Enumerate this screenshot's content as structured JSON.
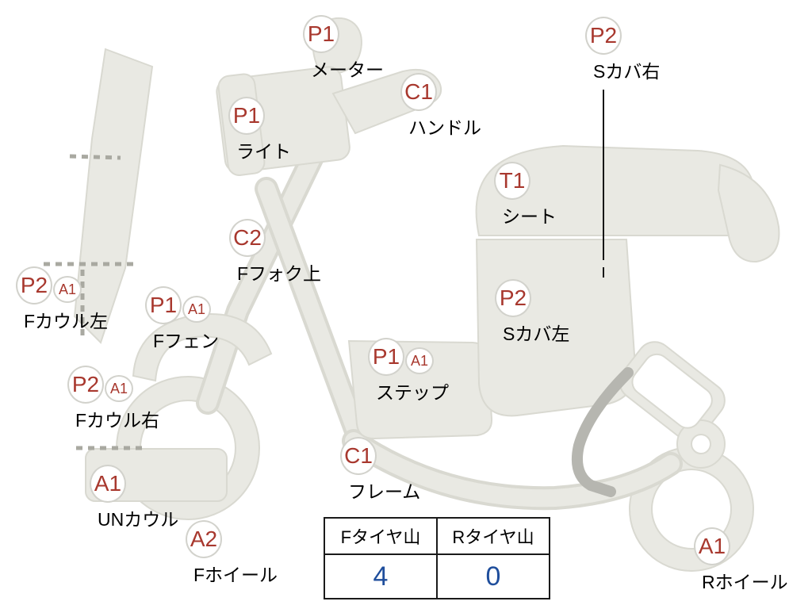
{
  "colors": {
    "badge_text": "#a8382e",
    "part_label_text": "#000000",
    "tire_value_text": "#1f4e9c",
    "body_fill": "#e9e9e3",
    "body_stroke": "#d9d9d1",
    "table_border": "#1a1a1a"
  },
  "markers": [
    {
      "code": "P1",
      "label": "メーター"
    },
    {
      "code": "P2",
      "label": "Sカバ右"
    },
    {
      "code": "C1",
      "label": "ハンドル"
    },
    {
      "code": "P1",
      "label": "ライト"
    },
    {
      "code": "T1",
      "label": "シート"
    },
    {
      "code": "C2",
      "label": "Fフォク上"
    },
    {
      "code": "P2",
      "code2": "A1",
      "label": "Fカウル左"
    },
    {
      "code": "P1",
      "code2": "A1",
      "label": "Fフェン"
    },
    {
      "code": "P2",
      "label": "Sカバ左"
    },
    {
      "code": "P1",
      "code2": "A1",
      "label": "ステップ"
    },
    {
      "code": "P2",
      "code2": "A1",
      "label": "Fカウル右"
    },
    {
      "code": "C1",
      "label": "フレーム"
    },
    {
      "code": "A1",
      "label": "UNカウル"
    },
    {
      "code": "A2",
      "label": "Fホイール"
    },
    {
      "code": "A1",
      "label": "Rホイール"
    }
  ],
  "tire_table": {
    "headers": [
      "Fタイヤ山",
      "Rタイヤ山"
    ],
    "values": [
      "4",
      "0"
    ]
  }
}
